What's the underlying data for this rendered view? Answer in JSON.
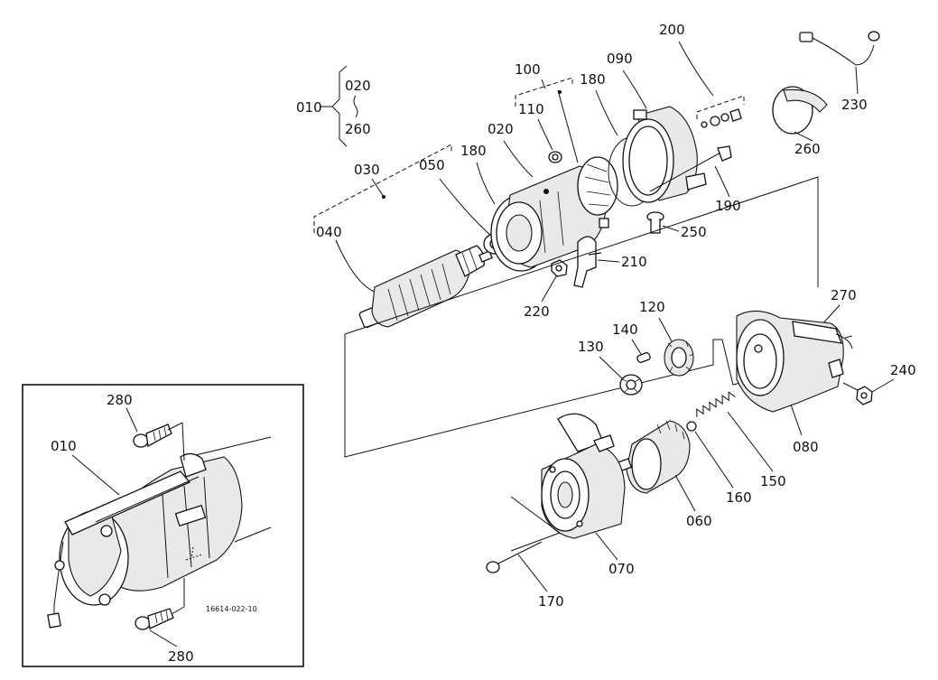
{
  "labels": {
    "p010": "010",
    "p020": "020",
    "p260a": "260",
    "p030": "030",
    "p040": "040",
    "p050": "050",
    "p180a": "180",
    "p020b": "020",
    "p100": "100",
    "p110": "110",
    "p180b": "180",
    "p090": "090",
    "p200": "200",
    "p230": "230",
    "p260b": "260",
    "p190": "190",
    "p250": "250",
    "p210": "210",
    "p220": "220",
    "p270": "270",
    "p120": "120",
    "p140": "140",
    "p130": "130",
    "p240": "240",
    "p080": "080",
    "p150": "150",
    "p160": "160",
    "p060": "060",
    "p070": "070",
    "p170": "170",
    "i280a": "280",
    "i010": "010",
    "i280b": "280"
  },
  "inset": {
    "code": "16614-022-10"
  }
}
